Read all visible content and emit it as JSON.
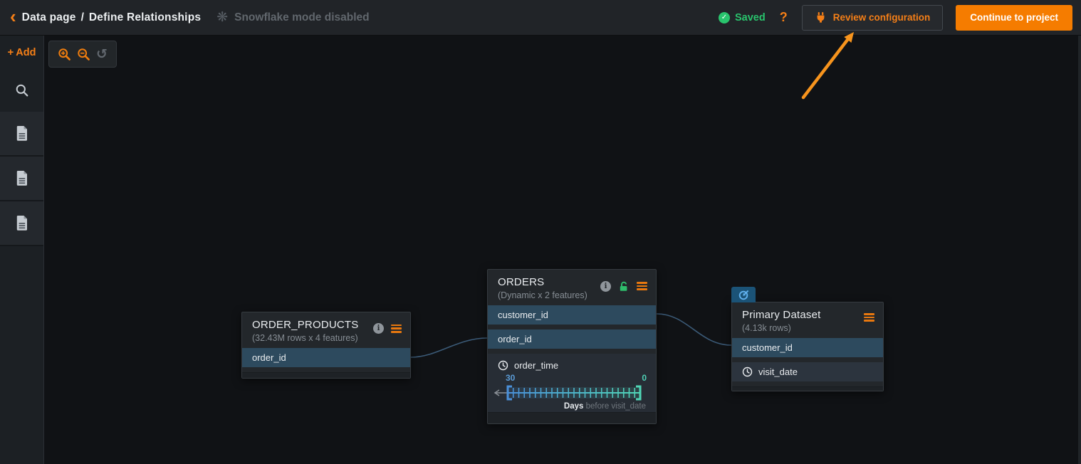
{
  "colors": {
    "accent_orange": "#f57f17",
    "button_orange": "#f57c00",
    "saved_green": "#29c46d",
    "lock_green": "#2ebd6b",
    "row_highlight_blue": "#2d4a5e",
    "connection_blue": "#3b5a77",
    "slider_start_blue": "#4a90d9",
    "slider_end_teal": "#50d6b6",
    "target_tab_blue": "#1b5377",
    "annotation_arrow_orange": "#f7941d"
  },
  "topbar": {
    "back_glyph": "‹",
    "breadcrumb_root": "Data page",
    "breadcrumb_separator": "/",
    "breadcrumb_current": "Define Relationships",
    "mode_icon_glyph": "❋",
    "mode_notice": "Snowflake mode disabled",
    "saved_check_glyph": "✓",
    "saved_label": "Saved",
    "help_label": "?",
    "review_button_label": "Review configuration",
    "continue_button_label": "Continue to project"
  },
  "sidebar": {
    "add_plus_glyph": "+",
    "add_label": "Add"
  },
  "toolbar": {
    "reset_glyph": "↺"
  },
  "nodes": {
    "order_products": {
      "title": "ORDER_PRODUCTS",
      "subtitle": "(32.43M rows x 4 features)",
      "fields": [
        "order_id"
      ]
    },
    "orders": {
      "title": "ORDERS",
      "subtitle": "(Dynamic x 2 features)",
      "fields": [
        "customer_id",
        "order_id"
      ],
      "time_feature": {
        "name": "order_time",
        "window_start": "30",
        "window_end": "0",
        "unit": "Days",
        "unit_context": "before visit_date"
      }
    },
    "primary_dataset": {
      "title": "Primary Dataset",
      "subtitle": "(4.13k rows)",
      "fields": [
        "customer_id"
      ],
      "date_field": "visit_date"
    }
  }
}
